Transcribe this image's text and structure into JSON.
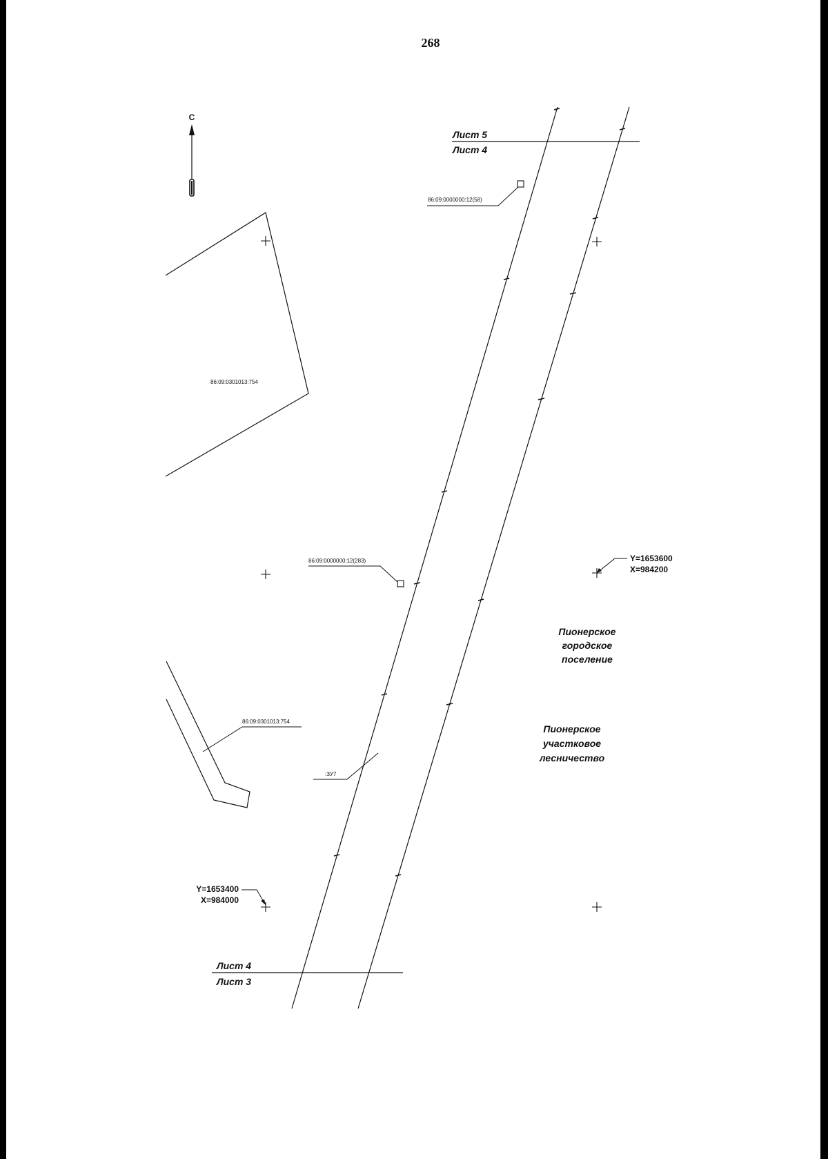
{
  "page_number": "268",
  "north_arrow": {
    "letter": "С",
    "icon": "north-arrow-icon"
  },
  "sheet_boundaries": {
    "top": {
      "upper": "Лист 5",
      "lower": "Лист 4"
    },
    "bottom": {
      "upper": "Лист 4",
      "lower": "Лист 3"
    }
  },
  "parcel_labels": {
    "linear_58": "86:09:0000000:12(58)",
    "linear_283": "86:09:0000000:12(283)",
    "parcel_754_upper": "86:09:0301013:754",
    "parcel_754_lower": "86:09:0301013:754",
    "new_parcel": ":ЗУ7"
  },
  "grid_points": [
    {
      "y": "Y=1653600",
      "x": "X=984200"
    },
    {
      "y": "Y=1653400",
      "x": "X=984000"
    }
  ],
  "areas": {
    "settlement": [
      "Пионерское",
      "городское",
      "поселение"
    ],
    "forestry": [
      "Пионерское",
      "участковое",
      "лесничество"
    ]
  },
  "colors": {
    "ink": "#111111",
    "paper": "#ffffff",
    "scan_border": "#000000"
  }
}
